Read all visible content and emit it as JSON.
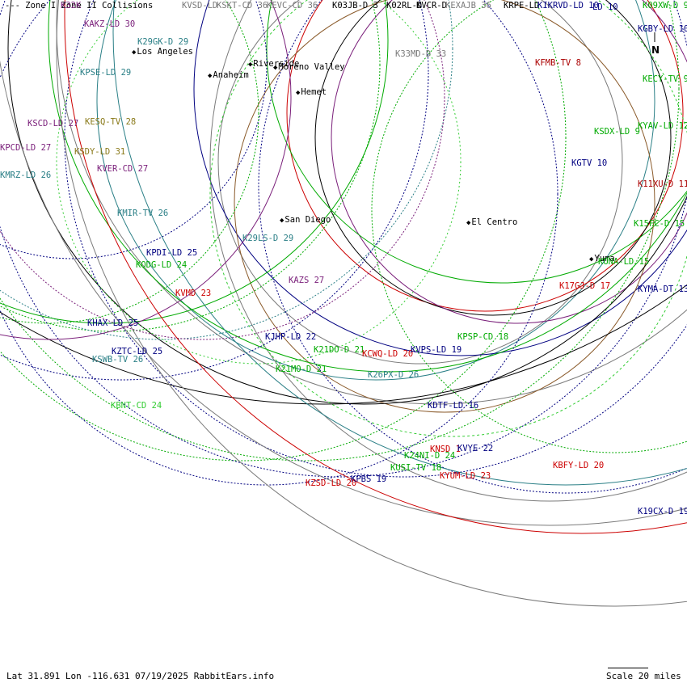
{
  "legend": {
    "zone_text": "--- Zone I  Zone II  Collisions"
  },
  "north_label": "N",
  "status": {
    "coords": "Lat 31.891 Lon -116.631 07/19/2025 RabbitEars.info",
    "scale": "Scale 20 miles"
  },
  "colors": {
    "navy": "#000080",
    "green": "#00aa00",
    "lime": "#33cc33",
    "purple": "#7a1f7a",
    "teal": "#2a7f86",
    "olive": "#8a7a1a",
    "gray": "#7a7a7a",
    "red": "#cc0000",
    "darkred": "#aa0000",
    "black": "#000000",
    "brown": "#8a5a2a"
  },
  "cities": [
    {
      "name": "Los Angeles"
    },
    {
      "name": "Riverside"
    },
    {
      "name": "Moreno Valley"
    },
    {
      "name": "Anaheim"
    },
    {
      "name": "Hemet"
    },
    {
      "name": "San Diego"
    },
    {
      "name": "El Centro"
    },
    {
      "name": "Yuma"
    }
  ],
  "stations": [
    {
      "label": "KAKZ-LD 30",
      "color": "purple"
    },
    {
      "label": "K29GK-D 29",
      "color": "teal"
    },
    {
      "label": "KPSE-LD 29",
      "color": "teal"
    },
    {
      "label": "KSCD-LD 27",
      "color": "purple"
    },
    {
      "label": "KESQ-TV 28",
      "color": "olive"
    },
    {
      "label": "KPCD-LD 27",
      "color": "purple"
    },
    {
      "label": "KSDY-LD 31",
      "color": "olive"
    },
    {
      "label": "KVER-CD 27",
      "color": "purple"
    },
    {
      "label": "KMRZ-LD 26",
      "color": "teal"
    },
    {
      "label": "KMIR-TV 26",
      "color": "teal"
    },
    {
      "label": "K29LS-D 29",
      "color": "teal"
    },
    {
      "label": "KPDI-LD 25",
      "color": "navy"
    },
    {
      "label": "KODG-LD 24",
      "color": "green"
    },
    {
      "label": "KAZS 27",
      "color": "purple"
    },
    {
      "label": "KVMD 23",
      "color": "red"
    },
    {
      "label": "KHAX-LD 25",
      "color": "navy"
    },
    {
      "label": "KJHP-LD 22",
      "color": "navy"
    },
    {
      "label": "KZTC-LD 25",
      "color": "navy"
    },
    {
      "label": "KSWB-TV 26",
      "color": "teal"
    },
    {
      "label": "K21DO-D 21",
      "color": "green"
    },
    {
      "label": "KCWQ-LD 20",
      "color": "red"
    },
    {
      "label": "KVPS-LD 19",
      "color": "navy"
    },
    {
      "label": "KPSP-CD 18",
      "color": "green"
    },
    {
      "label": "K21MO-D 21",
      "color": "green"
    },
    {
      "label": "K26PX-D 26",
      "color": "teal"
    },
    {
      "label": "KBNT-CD 24",
      "color": "lime"
    },
    {
      "label": "KDTF-LD 16",
      "color": "navy"
    },
    {
      "label": "KNSD 1",
      "color": "red"
    },
    {
      "label": "KVYE 22",
      "color": "navy"
    },
    {
      "label": "K24NI-D 24",
      "color": "green"
    },
    {
      "label": "KUSI-TV 18",
      "color": "green"
    },
    {
      "label": "KYUM-LD 23",
      "color": "red"
    },
    {
      "label": "KZSD-LD 20",
      "color": "red"
    },
    {
      "label": "KPBS 19",
      "color": "navy"
    },
    {
      "label": "KBFY-LD 20",
      "color": "red"
    },
    {
      "label": "K19CX-D 19",
      "color": "navy"
    },
    {
      "label": "K33MD-D 33",
      "color": "gray"
    },
    {
      "label": "KFMB-TV 8",
      "color": "darkred"
    },
    {
      "label": "K03JB-D 3",
      "color": "black"
    },
    {
      "label": "K02RL-D",
      "color": "black"
    },
    {
      "label": "KVCR-D",
      "color": "black"
    },
    {
      "label": "KEXAJB 36",
      "color": "gray"
    },
    {
      "label": "KRPE-LD",
      "color": "black"
    },
    {
      "label": "KIKRVD-LD 10",
      "color": "navy"
    },
    {
      "label": "LD 10",
      "color": "navy"
    },
    {
      "label": "K09XW-D 9",
      "color": "green"
    },
    {
      "label": "KGBY-LD 10",
      "color": "navy"
    },
    {
      "label": "KECY-TV 9",
      "color": "green"
    },
    {
      "label": "KSDX-LD 9",
      "color": "green"
    },
    {
      "label": "KGTV 10",
      "color": "navy"
    },
    {
      "label": "KYAV-LD 12",
      "color": "green"
    },
    {
      "label": "K11XU-D 11",
      "color": "darkred"
    },
    {
      "label": "K15FC-D 15",
      "color": "green"
    },
    {
      "label": "KUNA-LD 15",
      "color": "green"
    },
    {
      "label": "K17GJ-D 17",
      "color": "red"
    },
    {
      "label": "KYMA-DT 13",
      "color": "navy"
    },
    {
      "label": "K32K",
      "color": "purple"
    },
    {
      "label": "KVSD-LD",
      "color": "gray"
    },
    {
      "label": "KSKT-CD 36",
      "color": "gray"
    },
    {
      "label": "KEVC-CD 36",
      "color": "gray"
    }
  ]
}
